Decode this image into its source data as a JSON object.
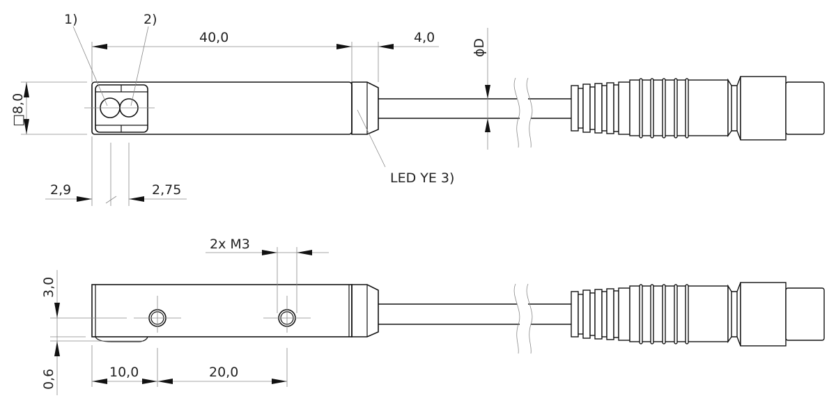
{
  "top_view": {
    "callout_1": "1)",
    "callout_2": "2)",
    "dim_length": "40,0",
    "dim_collar": "4,0",
    "dim_cable_diameter": "ϕD",
    "dim_square": "□8,0",
    "dim_left_offset": "2,9",
    "dim_right_offset": "2,75",
    "led_label": "LED YE 3)"
  },
  "side_view": {
    "thread_label": "2x M3",
    "dim_height": "3,0",
    "dim_base": "0,6",
    "dim_hole1": "10,0",
    "dim_hole_spacing": "20,0"
  },
  "colors": {
    "line": "#111111",
    "dimension": "#888888"
  }
}
